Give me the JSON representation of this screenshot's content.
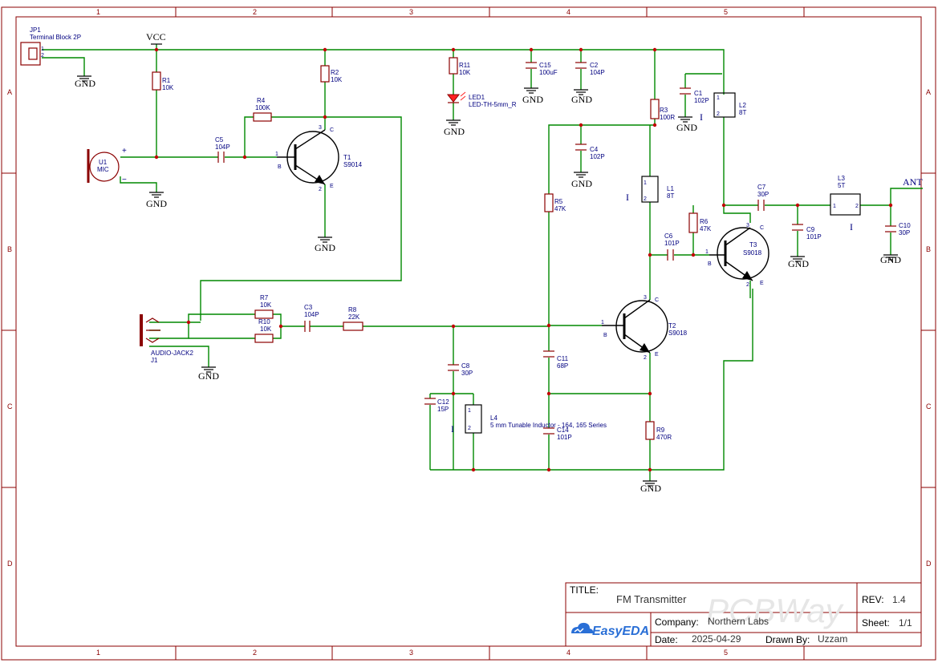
{
  "sheet": {
    "zones_cols": [
      "1",
      "2",
      "3",
      "4",
      "5"
    ],
    "zones_rows": [
      "A",
      "B",
      "C",
      "D"
    ]
  },
  "nets": {
    "vcc": "VCC",
    "gnd": "GND",
    "ant": "ANT"
  },
  "components": {
    "jp1": {
      "ref": "JP1",
      "value": "Terminal Block 2P"
    },
    "u1": {
      "ref": "U1",
      "value": "MIC",
      "plus": "+",
      "minus": "−"
    },
    "r1": {
      "ref": "R1",
      "value": "10K"
    },
    "r2": {
      "ref": "R2",
      "value": "10K"
    },
    "r3": {
      "ref": "R3",
      "value": "100R"
    },
    "r4": {
      "ref": "R4",
      "value": "100K"
    },
    "r5": {
      "ref": "R5",
      "value": "47K"
    },
    "r6": {
      "ref": "R6",
      "value": "47K"
    },
    "r7": {
      "ref": "R7",
      "value": "10K"
    },
    "r8": {
      "ref": "R8",
      "value": "22K"
    },
    "r9": {
      "ref": "R9",
      "value": "470R"
    },
    "r10": {
      "ref": "R10",
      "value": "10K"
    },
    "r11": {
      "ref": "R11",
      "value": "10K"
    },
    "c1": {
      "ref": "C1",
      "value": "102P"
    },
    "c2": {
      "ref": "C2",
      "value": "104P"
    },
    "c3": {
      "ref": "C3",
      "value": "104P"
    },
    "c4": {
      "ref": "C4",
      "value": "102P"
    },
    "c5": {
      "ref": "C5",
      "value": "104P"
    },
    "c6": {
      "ref": "C6",
      "value": "101P"
    },
    "c7": {
      "ref": "C7",
      "value": "30P"
    },
    "c8": {
      "ref": "C8",
      "value": "30P"
    },
    "c9": {
      "ref": "C9",
      "value": "101P"
    },
    "c10": {
      "ref": "C10",
      "value": "30P"
    },
    "c11": {
      "ref": "C11",
      "value": "68P"
    },
    "c12": {
      "ref": "C12",
      "value": "15P"
    },
    "c14": {
      "ref": "C14",
      "value": "101P"
    },
    "c15": {
      "ref": "C15",
      "value": "100uF"
    },
    "led1": {
      "ref": "LED1",
      "value": "LED-TH-5mm_R"
    },
    "t1": {
      "ref": "T1",
      "value": "S9014"
    },
    "t2": {
      "ref": "T2",
      "value": "S9018"
    },
    "t3": {
      "ref": "T3",
      "value": "S9018"
    },
    "l1": {
      "ref": "L1",
      "value": "8T"
    },
    "l2": {
      "ref": "L2",
      "value": "8T"
    },
    "l3": {
      "ref": "L3",
      "value": "5T"
    },
    "l4": {
      "ref": "L4",
      "value": "5 mm Tunable Inductor - 164, 165 Series"
    },
    "j1": {
      "ref": "J1",
      "value": "AUDIO-JACK2"
    }
  },
  "pins": {
    "b": "B",
    "c": "C",
    "e": "E",
    "one": "1",
    "two": "2",
    "three": "3",
    "i": "I"
  },
  "title_block": {
    "title_label": "TITLE:",
    "title": "FM Transmitter",
    "rev_label": "REV:",
    "rev": "1.4",
    "company_label": "Company:",
    "company": "Northern Labs",
    "sheet_label": "Sheet:",
    "sheet": "1/1",
    "date_label": "Date:",
    "date": "2025-04-29",
    "drawn_label": "Drawn By:",
    "drawn_by": "Uzzam",
    "logo": "EasyEDA",
    "watermark": "PCBWay"
  },
  "colors": {
    "wire": "#008800",
    "part": "#8b0000",
    "label": "#000080",
    "junction": "#c00000"
  }
}
